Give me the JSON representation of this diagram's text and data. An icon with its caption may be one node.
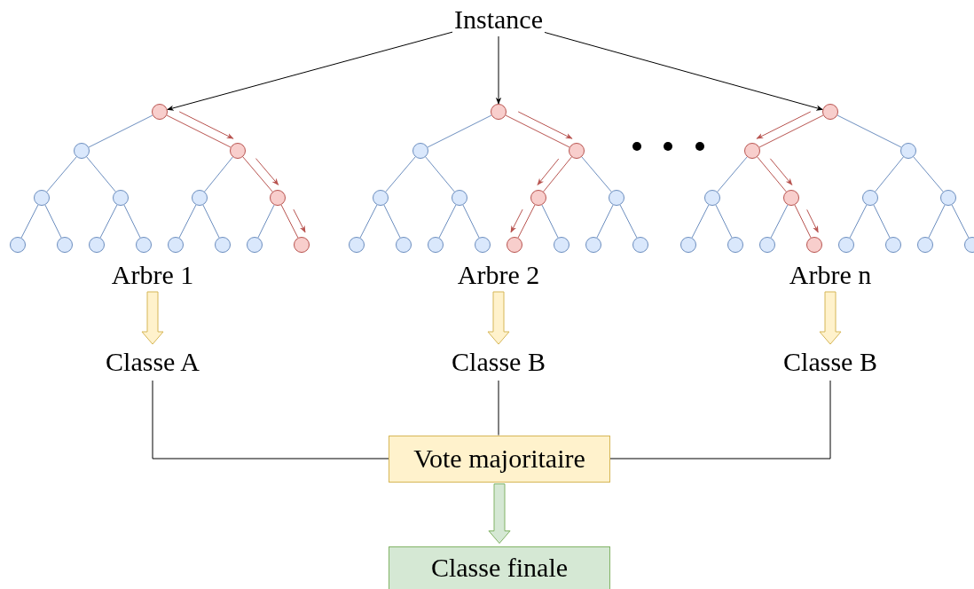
{
  "diagram": {
    "nodes": [
      {
        "text": [
          "Instance"
        ]
      },
      {
        "text": [],
        "shape": "circle"
      },
      {
        "text": [],
        "shape": "circle"
      },
      {
        "text": [],
        "shape": "circle"
      },
      {
        "text": [],
        "shape": "circle"
      },
      {
        "text": [],
        "shape": "circle"
      },
      {
        "text": [],
        "shape": "circle"
      },
      {
        "text": [],
        "shape": "circle"
      },
      {
        "text": [],
        "shape": "circle"
      },
      {
        "text": [],
        "shape": "circle"
      },
      {
        "text": [],
        "shape": "circle"
      },
      {
        "text": [],
        "shape": "circle"
      },
      {
        "text": [],
        "shape": "circle"
      },
      {
        "text": [],
        "shape": "circle"
      },
      {
        "text": [],
        "shape": "circle"
      },
      {
        "text": [],
        "shape": "circle"
      },
      {
        "text": [],
        "shape": "circle"
      },
      {
        "text": [],
        "shape": "circle"
      },
      {
        "text": [],
        "shape": "circle"
      },
      {
        "text": [],
        "shape": "circle"
      },
      {
        "text": [],
        "shape": "circle"
      },
      {
        "text": [],
        "shape": "circle"
      },
      {
        "text": [],
        "shape": "circle"
      },
      {
        "text": [],
        "shape": "circle"
      },
      {
        "text": [],
        "shape": "circle"
      },
      {
        "text": [],
        "shape": "circle"
      },
      {
        "text": [],
        "shape": "circle"
      },
      {
        "text": [],
        "shape": "circle"
      },
      {
        "text": [],
        "shape": "circle"
      },
      {
        "text": [],
        "shape": "circle"
      },
      {
        "text": [],
        "shape": "circle"
      },
      {
        "text": [],
        "shape": "circle"
      },
      {
        "text": [],
        "shape": "circle"
      },
      {
        "text": [],
        "shape": "circle"
      },
      {
        "text": [],
        "shape": "circle"
      },
      {
        "text": [],
        "shape": "circle"
      },
      {
        "text": [],
        "shape": "circle"
      },
      {
        "text": [],
        "shape": "circle"
      },
      {
        "text": [],
        "shape": "circle"
      },
      {
        "text": [],
        "shape": "circle"
      },
      {
        "text": [],
        "shape": "circle"
      },
      {
        "text": [],
        "shape": "circle"
      },
      {
        "text": [],
        "shape": "circle"
      },
      {
        "text": [],
        "shape": "circle"
      },
      {
        "text": [],
        "shape": "circle"
      },
      {
        "text": [],
        "shape": "circle"
      },
      {
        "text": [
          "Arbre 1"
        ]
      },
      {
        "text": [
          "Arbre 2"
        ]
      },
      {
        "text": [
          "Arbre n"
        ]
      },
      {
        "text": [
          "Classe A"
        ]
      },
      {
        "text": [
          "Classe B"
        ]
      },
      {
        "text": [
          "Classe B"
        ]
      },
      {
        "text": [
          "Vote majoritaire"
        ]
      },
      {
        "text": [
          "Classe finale"
        ]
      }
    ],
    "edges": [
      {
        "from": 0,
        "to": 1,
        "arrow": "to",
        "color": "#000000"
      },
      {
        "from": 0,
        "to": 16,
        "arrow": "to",
        "color": "#000000"
      },
      {
        "from": 0,
        "to": 31,
        "arrow": "to",
        "color": "#000000"
      },
      {
        "from": 1,
        "to": 2,
        "arrow": "none"
      },
      {
        "from": 1,
        "to": 3,
        "arrow": "none",
        "color": "#b85450"
      },
      {
        "from": 2,
        "to": 4,
        "arrow": "none"
      },
      {
        "from": 2,
        "to": 5,
        "arrow": "none"
      },
      {
        "from": 3,
        "to": 6,
        "arrow": "none"
      },
      {
        "from": 3,
        "to": 7,
        "arrow": "none",
        "color": "#b85450"
      },
      {
        "from": 4,
        "to": 8,
        "arrow": "none"
      },
      {
        "from": 4,
        "to": 9,
        "arrow": "none"
      },
      {
        "from": 5,
        "to": 10,
        "arrow": "none"
      },
      {
        "from": 5,
        "to": 11,
        "arrow": "none"
      },
      {
        "from": 6,
        "to": 12,
        "arrow": "none"
      },
      {
        "from": 6,
        "to": 13,
        "arrow": "none"
      },
      {
        "from": 7,
        "to": 14,
        "arrow": "none"
      },
      {
        "from": 7,
        "to": 15,
        "arrow": "none",
        "color": "#b85450"
      },
      {
        "from": 16,
        "to": 17,
        "arrow": "none"
      },
      {
        "from": 16,
        "to": 18,
        "arrow": "none",
        "color": "#b85450"
      },
      {
        "from": 17,
        "to": 19,
        "arrow": "none"
      },
      {
        "from": 17,
        "to": 20,
        "arrow": "none"
      },
      {
        "from": 18,
        "to": 21,
        "arrow": "none",
        "color": "#b85450"
      },
      {
        "from": 18,
        "to": 22,
        "arrow": "none"
      },
      {
        "from": 19,
        "to": 23,
        "arrow": "none"
      },
      {
        "from": 19,
        "to": 24,
        "arrow": "none"
      },
      {
        "from": 20,
        "to": 25,
        "arrow": "none"
      },
      {
        "from": 20,
        "to": 26,
        "arrow": "none"
      },
      {
        "from": 21,
        "to": 27,
        "arrow": "none",
        "color": "#b85450"
      },
      {
        "from": 21,
        "to": 28,
        "arrow": "none"
      },
      {
        "from": 22,
        "to": 29,
        "arrow": "none"
      },
      {
        "from": 22,
        "to": 30,
        "arrow": "none"
      },
      {
        "from": 31,
        "to": 32,
        "arrow": "none",
        "color": "#b85450"
      },
      {
        "from": 31,
        "to": 33,
        "arrow": "none"
      },
      {
        "from": 32,
        "to": 34,
        "arrow": "none"
      },
      {
        "from": 32,
        "to": 35,
        "arrow": "none",
        "color": "#b85450"
      },
      {
        "from": 33,
        "to": 36,
        "arrow": "none"
      },
      {
        "from": 33,
        "to": 37,
        "arrow": "none"
      },
      {
        "from": 34,
        "to": 38,
        "arrow": "none"
      },
      {
        "from": 34,
        "to": 39,
        "arrow": "none"
      },
      {
        "from": 35,
        "to": 40,
        "arrow": "none"
      },
      {
        "from": 35,
        "to": 41,
        "arrow": "none",
        "color": "#b85450"
      },
      {
        "from": 36,
        "to": 42,
        "arrow": "none"
      },
      {
        "from": 36,
        "to": 43,
        "arrow": "none"
      },
      {
        "from": 37,
        "to": 44,
        "arrow": "none"
      },
      {
        "from": 37,
        "to": 45,
        "arrow": "none"
      },
      {
        "from": 46,
        "to": 49,
        "arrow": "to",
        "style": "thick",
        "color": "#d6b656"
      },
      {
        "from": 47,
        "to": 50,
        "arrow": "to",
        "style": "thick",
        "color": "#d6b656"
      },
      {
        "from": 48,
        "to": 51,
        "arrow": "to",
        "style": "thick",
        "color": "#d6b656"
      },
      {
        "from": 49,
        "to": 52,
        "arrow": "none",
        "color": "#000000"
      },
      {
        "from": 50,
        "to": 52,
        "arrow": "none",
        "color": "#000000"
      },
      {
        "from": 51,
        "to": 52,
        "arrow": "none",
        "color": "#000000"
      },
      {
        "from": 52,
        "to": 53,
        "arrow": "to",
        "style": "thick",
        "color": "#82b366"
      }
    ]
  }
}
